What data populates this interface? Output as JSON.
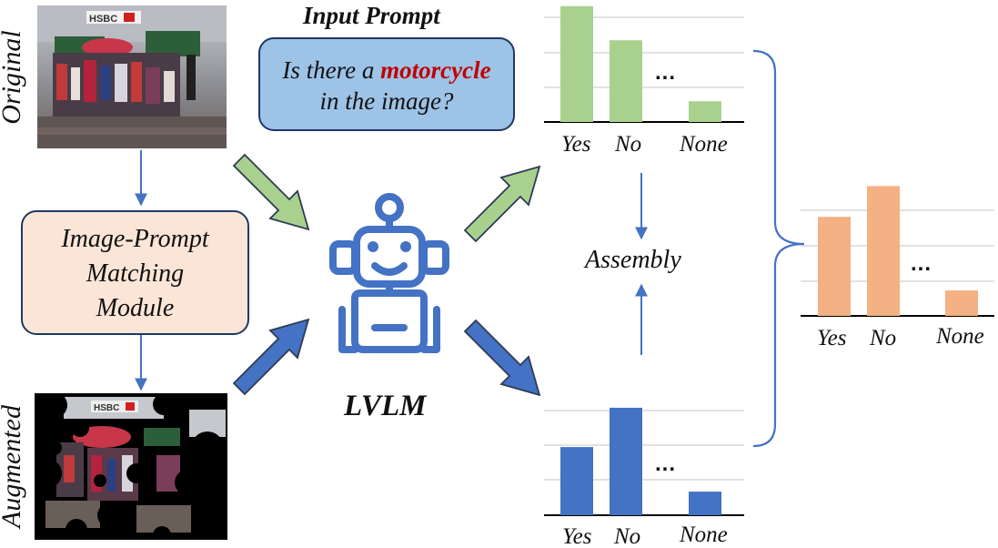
{
  "input_prompt": {
    "title": "Input Prompt",
    "question_pre": "Is there a",
    "question_keyword": "motorcycle",
    "question_post": "in the image?"
  },
  "labels": {
    "original": "Original",
    "augmented": "Augmented",
    "module": [
      "Image-Prompt",
      "Matching",
      "Module"
    ],
    "model": "LVLM",
    "assembly": "Assembly",
    "ellipsis": "..."
  },
  "colors": {
    "green": "#a9d18e",
    "blue_dark": "#4472c4",
    "orange": "#f4b183",
    "prompt_box_fill": "#9dc3e6",
    "module_box_fill": "#fbe5d6",
    "keyword": "#c00000"
  },
  "chart_data": [
    {
      "type": "bar",
      "categories": [
        "Yes",
        "No",
        "None"
      ],
      "values": [
        0.95,
        0.67,
        0.17
      ],
      "color": "green"
    },
    {
      "type": "bar",
      "categories": [
        "Yes",
        "No",
        "None"
      ],
      "values": [
        0.52,
        0.82,
        0.18
      ],
      "color": "blue_dark"
    },
    {
      "type": "bar",
      "categories": [
        "Yes",
        "No",
        "None"
      ],
      "values": [
        0.74,
        0.97,
        0.19
      ],
      "color": "orange"
    }
  ]
}
